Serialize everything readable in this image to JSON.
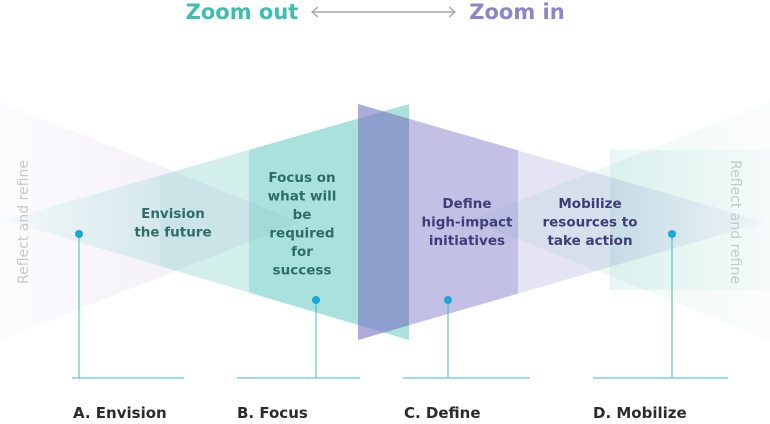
{
  "header": {
    "zoom_out": "Zoom out",
    "zoom_in": "Zoom in"
  },
  "side_labels": {
    "left": "Reflect and refine",
    "right": "Reflect and refine"
  },
  "stages": [
    {
      "lines": [
        "Envision",
        "the future"
      ]
    },
    {
      "lines": [
        "Focus on",
        "what will",
        "be",
        "required",
        "for",
        "success"
      ]
    },
    {
      "lines": [
        "Define",
        "high-impact",
        "initiatives"
      ]
    },
    {
      "lines": [
        "Mobilize",
        "resources to",
        "take action"
      ]
    }
  ],
  "steps": [
    {
      "label": "A. Envision"
    },
    {
      "label": "B. Focus"
    },
    {
      "label": "C. Define"
    },
    {
      "label": "D. Mobilize"
    }
  ],
  "colors": {
    "teal": "#3dbfb0",
    "purple": "#8a86cc",
    "marker": "#1ba8d6",
    "arrow": "#a7a7a7"
  }
}
